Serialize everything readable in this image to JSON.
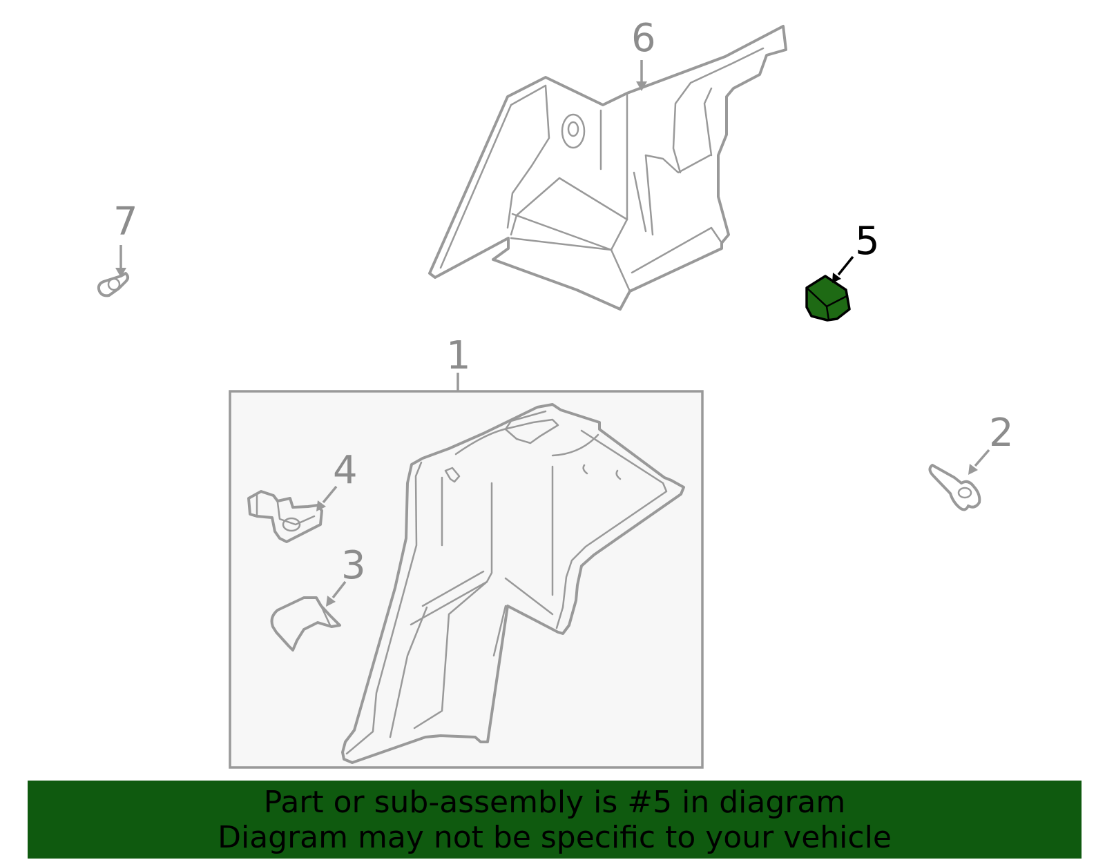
{
  "callouts": [
    {
      "id": "1",
      "label": "1"
    },
    {
      "id": "2",
      "label": "2"
    },
    {
      "id": "3",
      "label": "3"
    },
    {
      "id": "4",
      "label": "4"
    },
    {
      "id": "5",
      "label": "5"
    },
    {
      "id": "6",
      "label": "6"
    },
    {
      "id": "7",
      "label": "7"
    }
  ],
  "highlighted_part": "5",
  "colors": {
    "highlight_fill": "#1e6a14",
    "banner_bg": "#0f5a0f",
    "line": "#999999",
    "subassembly_bg": "#f7f7f7"
  },
  "banner": {
    "line1": "Part or sub-assembly is #5 in diagram",
    "line2": "Diagram may not be specific to your vehicle"
  }
}
